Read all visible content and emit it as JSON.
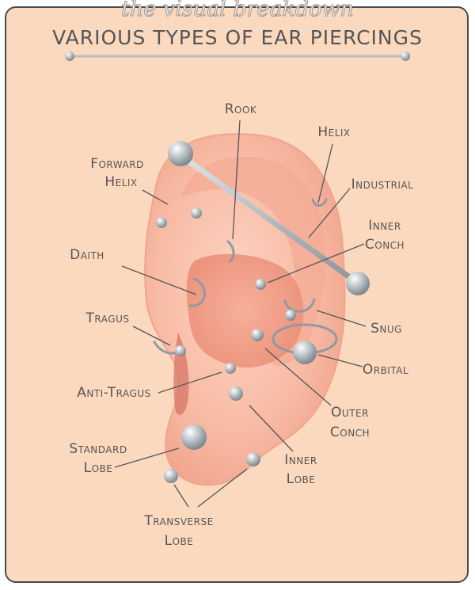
{
  "header": {
    "script_title": "the visual breakdown",
    "title": "VARIOUS TYPES OF EAR PIERCINGS"
  },
  "labels": {
    "rook": "Rook",
    "helix": "Helix",
    "forward_helix_1": "Forward",
    "forward_helix_2": "Helix",
    "industrial": "Industrial",
    "inner_conch_1": "Inner",
    "inner_conch_2": "Conch",
    "daith": "Daith",
    "tragus": "Tragus",
    "snug": "Snug",
    "orbital": "Orbital",
    "anti_tragus": "Anti-Tragus",
    "outer_conch_1": "Outer",
    "outer_conch_2": "Conch",
    "standard_lobe_1": "Standard",
    "standard_lobe_2": "Lobe",
    "inner_lobe_1": "Inner",
    "inner_lobe_2": "Lobe",
    "transverse_lobe_1": "Transverse",
    "transverse_lobe_2": "Lobe"
  },
  "colors": {
    "background": "#fbd9bf",
    "skin": "#f7b9a3",
    "text": "#555555",
    "metal": "#aab2b8"
  }
}
